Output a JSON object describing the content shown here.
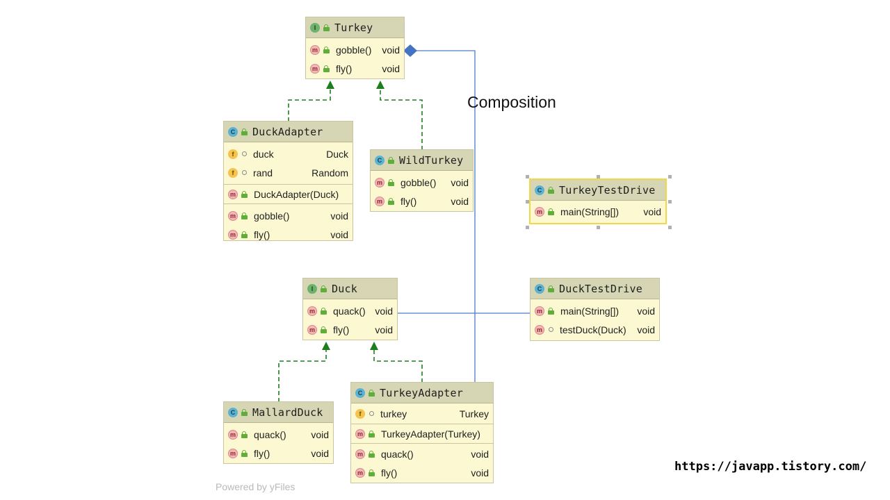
{
  "diagram": {
    "composition_label": "Composition",
    "footer_label": "Powered by yFiles",
    "url_label": "https://javapp.tistory.com/",
    "colors": {
      "inherit": "#1e7e1e",
      "association": "#4a7bc8",
      "header": "#d6d6b4",
      "body": "#fbf8d2"
    },
    "nodes": {
      "turkey": {
        "kind": "I",
        "name": "Turkey",
        "methods": [
          {
            "icon": "m",
            "name": "gobble()",
            "type": "void"
          },
          {
            "icon": "m",
            "name": "fly()",
            "type": "void"
          }
        ]
      },
      "duckadapter": {
        "kind": "C",
        "name": "DuckAdapter",
        "fields": [
          {
            "icon": "f",
            "name": "duck",
            "type": "Duck"
          },
          {
            "icon": "f",
            "name": "rand",
            "type": "Random"
          }
        ],
        "constructors": [
          {
            "icon": "m",
            "name": "DuckAdapter(Duck)",
            "type": ""
          }
        ],
        "methods": [
          {
            "icon": "m",
            "name": "gobble()",
            "type": "void"
          },
          {
            "icon": "m",
            "name": "fly()",
            "type": "void"
          }
        ]
      },
      "wildturkey": {
        "kind": "C",
        "name": "WildTurkey",
        "methods": [
          {
            "icon": "m",
            "name": "gobble()",
            "type": "void"
          },
          {
            "icon": "m",
            "name": "fly()",
            "type": "void"
          }
        ]
      },
      "turkeytestdrive": {
        "kind": "C",
        "name": "TurkeyTestDrive",
        "methods": [
          {
            "icon": "m",
            "name": "main(String[])",
            "type": "void"
          }
        ]
      },
      "duck": {
        "kind": "I",
        "name": "Duck",
        "methods": [
          {
            "icon": "m",
            "name": "quack()",
            "type": "void"
          },
          {
            "icon": "m",
            "name": "fly()",
            "type": "void"
          }
        ]
      },
      "ducktestdrive": {
        "kind": "C",
        "name": "DuckTestDrive",
        "methods": [
          {
            "icon": "m",
            "name": "main(String[])",
            "type": "void"
          },
          {
            "icon": "m",
            "name": "testDuck(Duck)",
            "type": "void"
          }
        ]
      },
      "mallardduck": {
        "kind": "C",
        "name": "MallardDuck",
        "methods": [
          {
            "icon": "m",
            "name": "quack()",
            "type": "void"
          },
          {
            "icon": "m",
            "name": "fly()",
            "type": "void"
          }
        ]
      },
      "turkeyadapter": {
        "kind": "C",
        "name": "TurkeyAdapter",
        "fields": [
          {
            "icon": "f",
            "name": "turkey",
            "type": "Turkey"
          }
        ],
        "constructors": [
          {
            "icon": "m",
            "name": "TurkeyAdapter(Turkey)",
            "type": ""
          }
        ],
        "methods": [
          {
            "icon": "m",
            "name": "quack()",
            "type": "void"
          },
          {
            "icon": "m",
            "name": "fly()",
            "type": "void"
          }
        ]
      }
    }
  }
}
